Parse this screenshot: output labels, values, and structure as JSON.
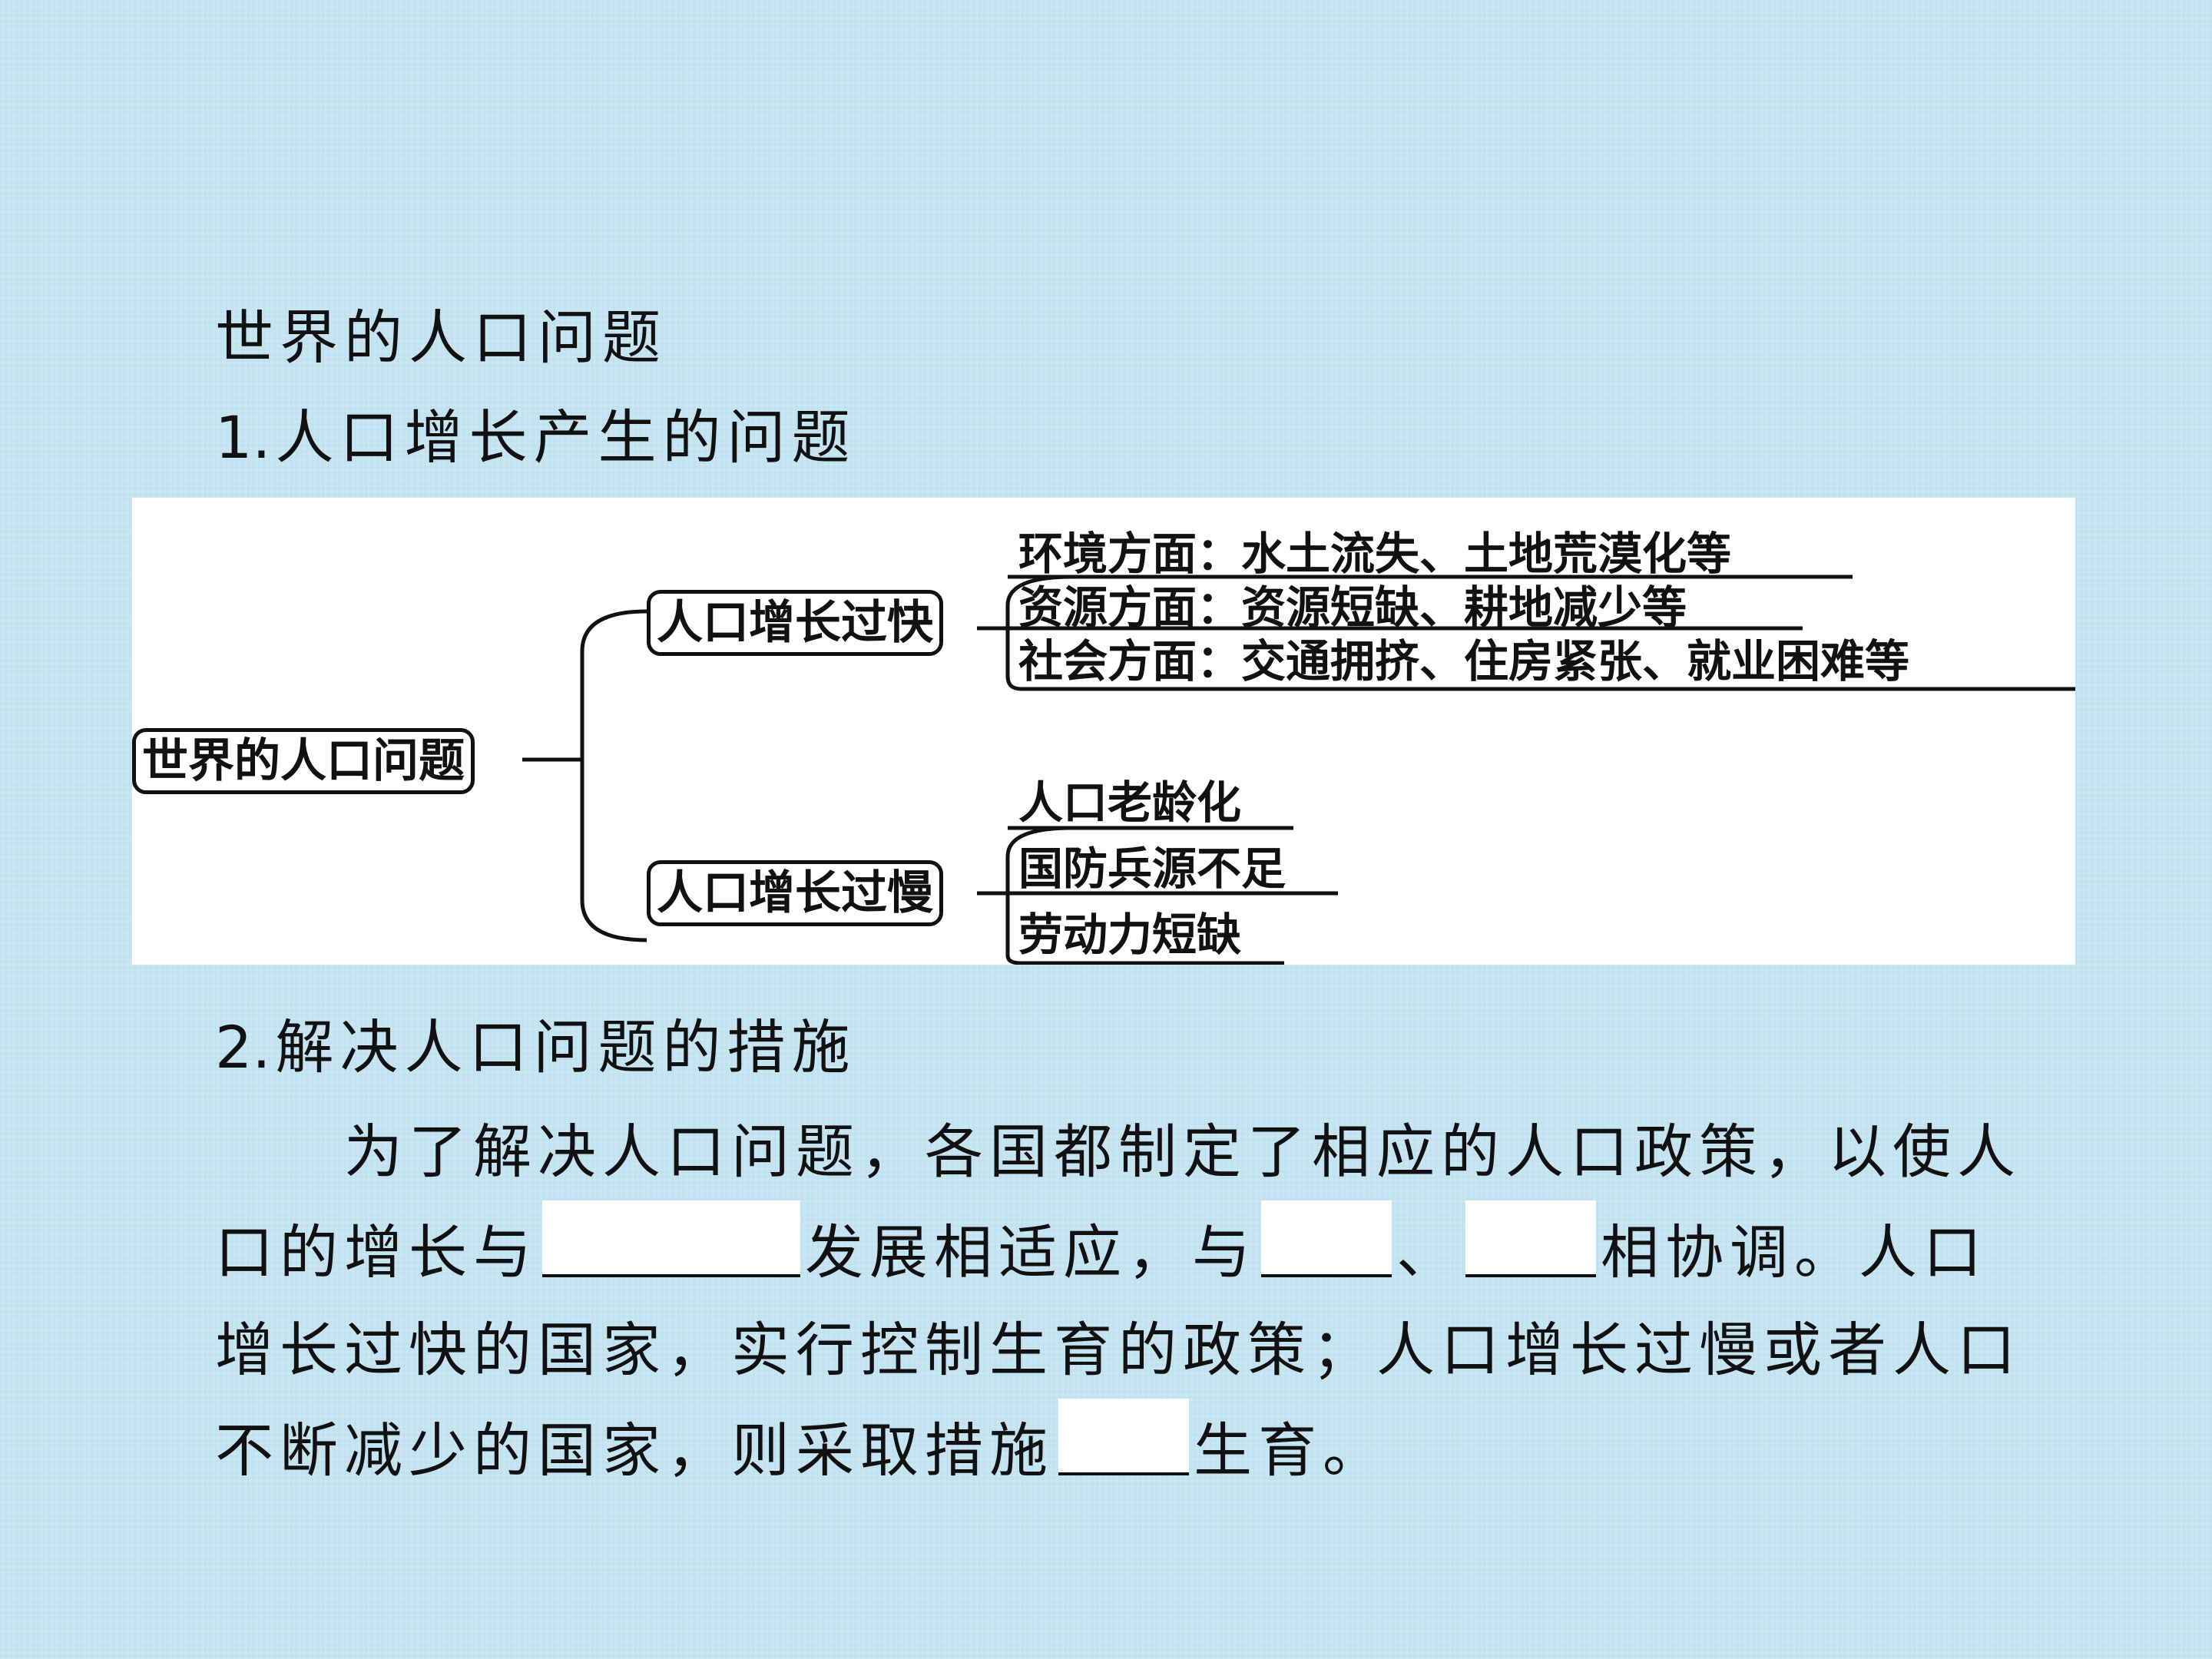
{
  "heading": "世界的人口问题",
  "section1": {
    "num": "1.",
    "title": "人口增长产生的问题"
  },
  "diagram": {
    "root": "世界的人口问题",
    "fast": {
      "label": "人口增长过快",
      "items": [
        "环境方面：水土流失、土地荒漠化等",
        "资源方面：资源短缺、耕地减少等",
        "社会方面：交通拥挤、住房紧张、就业困难等"
      ]
    },
    "slow": {
      "label": "人口增长过慢",
      "items": [
        "人口老龄化",
        "国防兵源不足",
        "劳动力短缺"
      ]
    }
  },
  "section2": {
    "num": "2.",
    "title": "解决人口问题的措施",
    "p_a": "为了解决人口问题，各国都制定了相应的人口政策，以使人口的增长与",
    "p_b": "发展相适应，与",
    "p_c": "、",
    "p_d": "相协调。人口增长过快的国家，实行控制生育的政策；人口增长过慢或者人口不断减少的国家，则采取措施",
    "p_e": "生育。"
  }
}
